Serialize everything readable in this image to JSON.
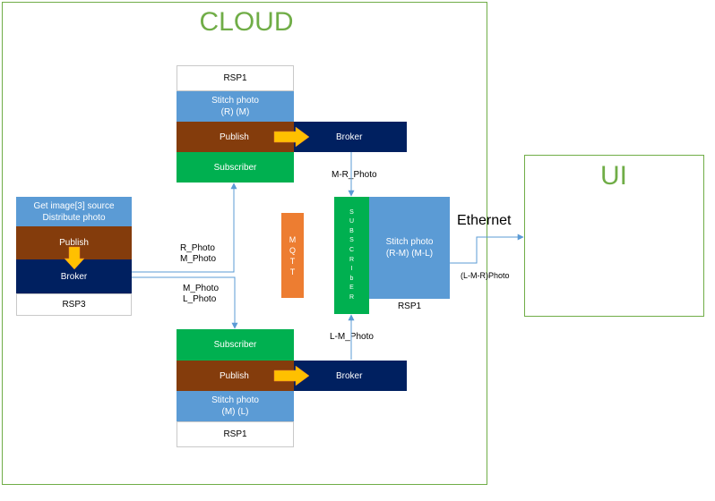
{
  "cloud": {
    "title": "CLOUD"
  },
  "ui": {
    "title": "UI"
  },
  "rsp1_top": {
    "name": "RSP1",
    "stitch": "Stitch photo\n(R)  (M)",
    "publish": "Publish",
    "broker": "Broker",
    "subscriber": "Subscriber"
  },
  "rsp3": {
    "source": "Get image[3] source\nDistribute photo",
    "publish": "Publish",
    "broker": "Broker",
    "name": "RSP3"
  },
  "rsp1_bottom": {
    "subscriber": "Subscriber",
    "publish": "Publish",
    "broker": "Broker",
    "stitch": "Stitch photo\n(M)  (L)",
    "name": "RSP1"
  },
  "mqtt": {
    "letters": "M\nQ\nT\nT"
  },
  "rsp1_mid": {
    "subscriber": "S\nU\nB\nS\nC\nR\nI\nb\nE\nR",
    "stitch": "Stitch photo\n(R-M)  (M-L)",
    "name": "RSP1"
  },
  "labels": {
    "r_m_photo": "R_Photo\nM_Photo",
    "m_l_photo": "M_Photo\nL_Photo",
    "m_r_photo": "M-R_Photo",
    "l_m_photo": "L-M_Photo",
    "ethernet": "Ethernet",
    "lmr_photo": "(L-M-R)Photo"
  },
  "colors": {
    "frame": "#70ad47",
    "blue": "#5b9bd5",
    "brown": "#843c0c",
    "navy": "#002060",
    "green": "#00b050",
    "orange": "#ed7d31",
    "arrow_fill": "#ffc000",
    "connector": "#5b9bd5"
  }
}
